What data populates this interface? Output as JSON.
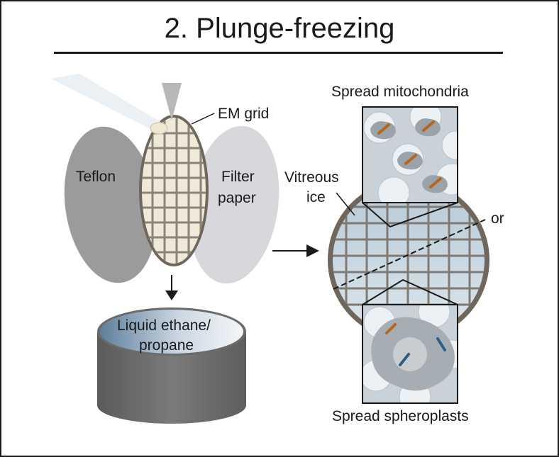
{
  "title": "2. Plunge-freezing",
  "labels": {
    "em_grid": "EM grid",
    "teflon": "Teflon",
    "filter_paper_1": "Filter",
    "filter_paper_2": "paper",
    "liquid_1": "Liquid ethane/",
    "liquid_2": "propane",
    "spread_mito": "Spread mitochondria",
    "vitreous_1": "Vitreous",
    "vitreous_2": "ice",
    "or": "or",
    "spread_sphero": "Spread spheroplasts"
  },
  "colors": {
    "teflon": "#9b9b9b",
    "filter_paper": "#d8d8dc",
    "grid_rim": "#6f665d",
    "grid_fill": "#efe9d8",
    "ice": "#c7d6df",
    "cup_body": "#707070",
    "mito": "#b5661a",
    "dna": "#2f5d86"
  }
}
